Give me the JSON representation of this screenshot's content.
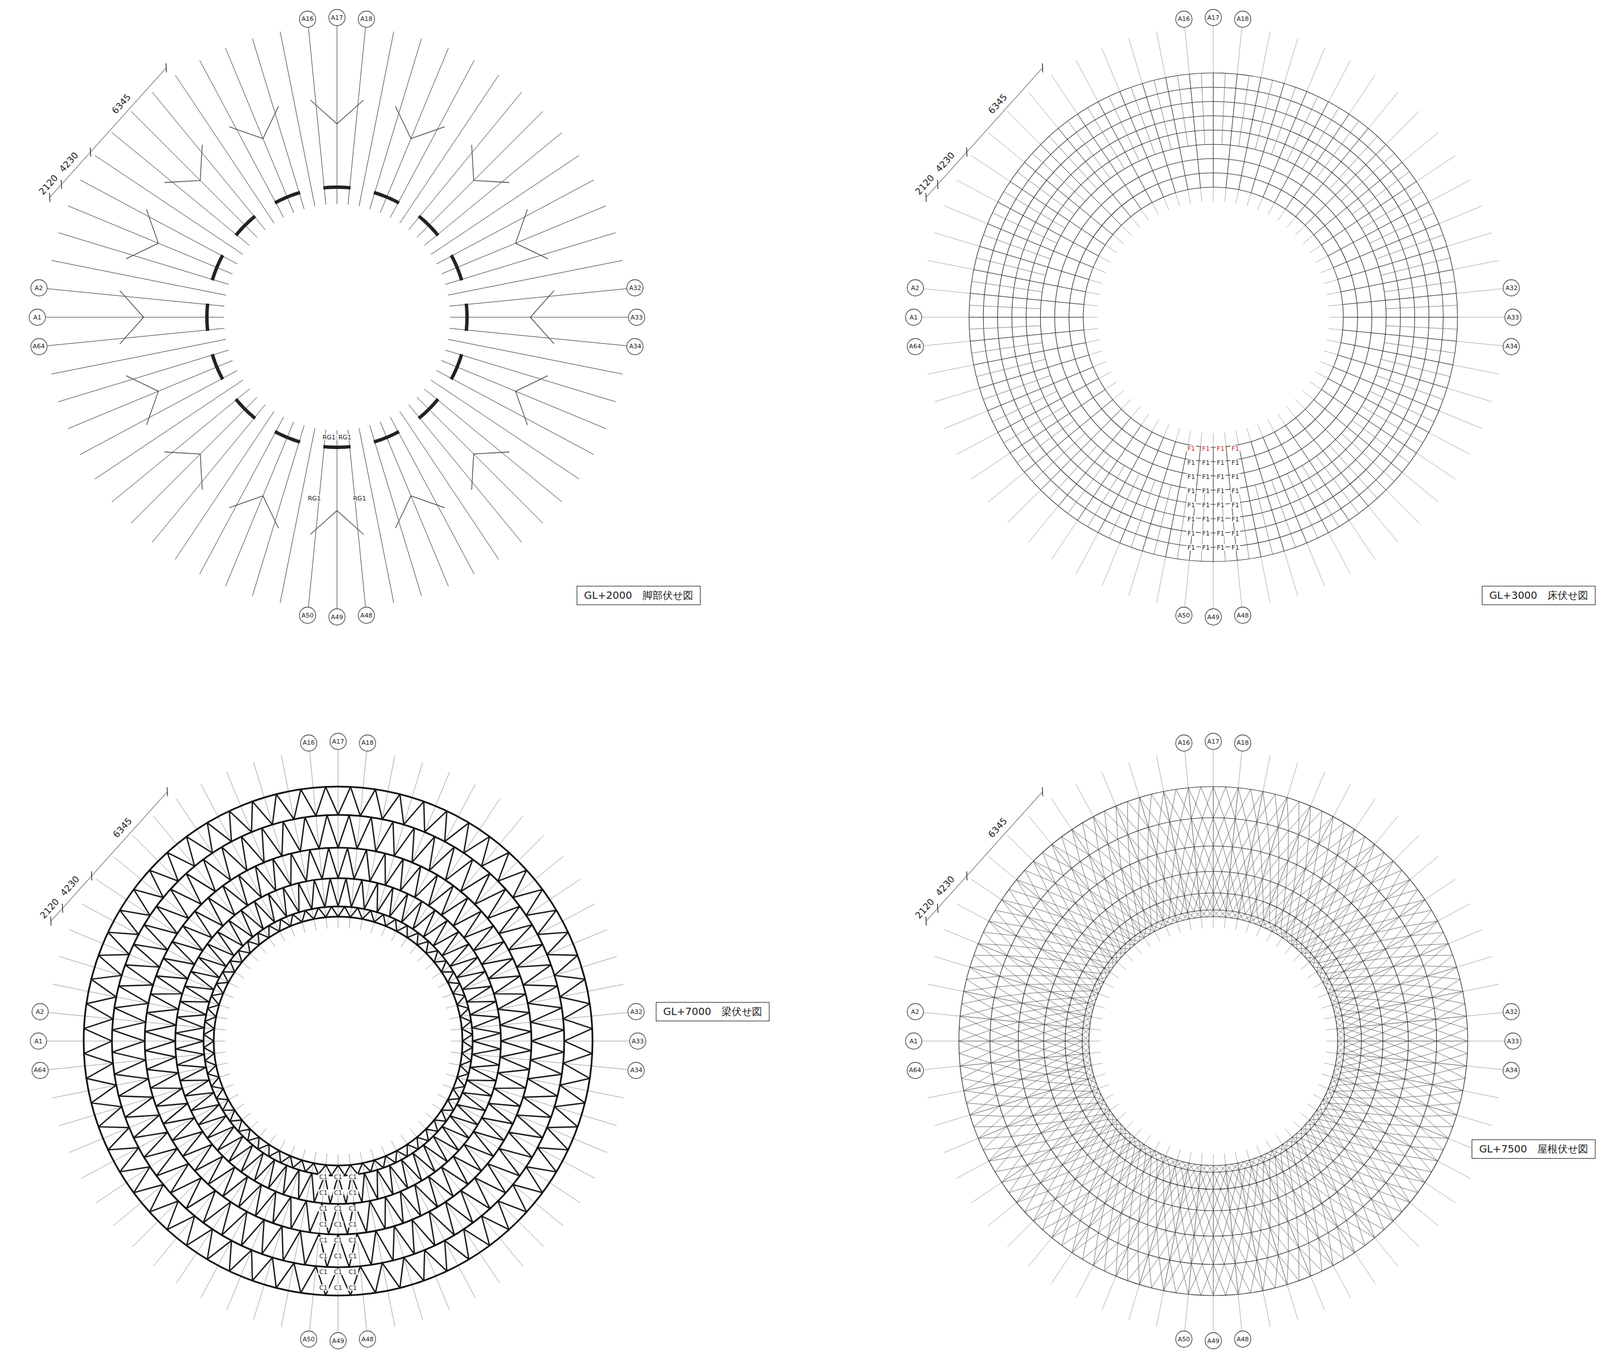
{
  "diagram": {
    "nodes": [
      {
        "text": [
          "A16"
        ]
      },
      {
        "text": [
          "A17"
        ]
      },
      {
        "text": [
          "A18"
        ]
      },
      {
        "text": [
          "A2"
        ]
      },
      {
        "text": [
          "A1"
        ]
      },
      {
        "text": [
          "A64"
        ]
      },
      {
        "text": [
          "A32"
        ]
      },
      {
        "text": [
          "A33"
        ]
      },
      {
        "text": [
          "A34"
        ]
      },
      {
        "text": [
          "A50"
        ]
      },
      {
        "text": [
          "A49"
        ]
      },
      {
        "text": [
          "A48"
        ]
      },
      {
        "text": [
          "GL+2000　脚部伏せ図"
        ]
      },
      {
        "text": [
          "A16"
        ]
      },
      {
        "text": [
          "A17"
        ]
      },
      {
        "text": [
          "A18"
        ]
      },
      {
        "text": [
          "A2"
        ]
      },
      {
        "text": [
          "A1"
        ]
      },
      {
        "text": [
          "A64"
        ]
      },
      {
        "text": [
          "A32"
        ]
      },
      {
        "text": [
          "A33"
        ]
      },
      {
        "text": [
          "A34"
        ]
      },
      {
        "text": [
          "A50"
        ]
      },
      {
        "text": [
          "A49"
        ]
      },
      {
        "text": [
          "A48"
        ]
      },
      {
        "text": [
          "GL+3000　床伏せ図"
        ]
      },
      {
        "text": [
          "A16"
        ]
      },
      {
        "text": [
          "A17"
        ]
      },
      {
        "text": [
          "A18"
        ]
      },
      {
        "text": [
          "A2"
        ]
      },
      {
        "text": [
          "A1"
        ]
      },
      {
        "text": [
          "A64"
        ]
      },
      {
        "text": [
          "A32"
        ]
      },
      {
        "text": [
          "A33"
        ]
      },
      {
        "text": [
          "A34"
        ]
      },
      {
        "text": [
          "A50"
        ]
      },
      {
        "text": [
          "A49"
        ]
      },
      {
        "text": [
          "A48"
        ]
      },
      {
        "text": [
          "GL+7000　梁伏せ図"
        ]
      },
      {
        "text": [
          "A16"
        ]
      },
      {
        "text": [
          "A17"
        ]
      },
      {
        "text": [
          "A18"
        ]
      },
      {
        "text": [
          "A2"
        ]
      },
      {
        "text": [
          "A1"
        ]
      },
      {
        "text": [
          "A64"
        ]
      },
      {
        "text": [
          "A32"
        ]
      },
      {
        "text": [
          "A33"
        ]
      },
      {
        "text": [
          "A34"
        ]
      },
      {
        "text": [
          "A50"
        ]
      },
      {
        "text": [
          "A49"
        ]
      },
      {
        "text": [
          "A48"
        ]
      },
      {
        "text": [
          "GL+7500　屋根伏せ図"
        ]
      }
    ],
    "labels": [
      "6345",
      "4230",
      "2120",
      "RG1",
      "RG1",
      "RG1",
      "RG1",
      "6345",
      "4230",
      "2120",
      "F1",
      "F1",
      "F1",
      "F1",
      "F1",
      "F1",
      "F1",
      "F1",
      "F1",
      "F1",
      "F1",
      "F1",
      "F1",
      "F1",
      "F1",
      "F1",
      "F1",
      "F1",
      "F1",
      "F1",
      "F1",
      "F1",
      "F1",
      "F1",
      "F1",
      "F1",
      "F1",
      "F1",
      "F1",
      "F1",
      "F1",
      "F1",
      "6345",
      "4230",
      "2120",
      "C1",
      "C1",
      "C1",
      "C1",
      "C1",
      "C1",
      "C1",
      "C1",
      "C1",
      "C1",
      "C1",
      "C1",
      "C1",
      "C1",
      "C1",
      "C1",
      "C1",
      "C1",
      "C1",
      "C1",
      "C1",
      "C1",
      "C1",
      "C1",
      "6345",
      "4230",
      "2120"
    ]
  }
}
